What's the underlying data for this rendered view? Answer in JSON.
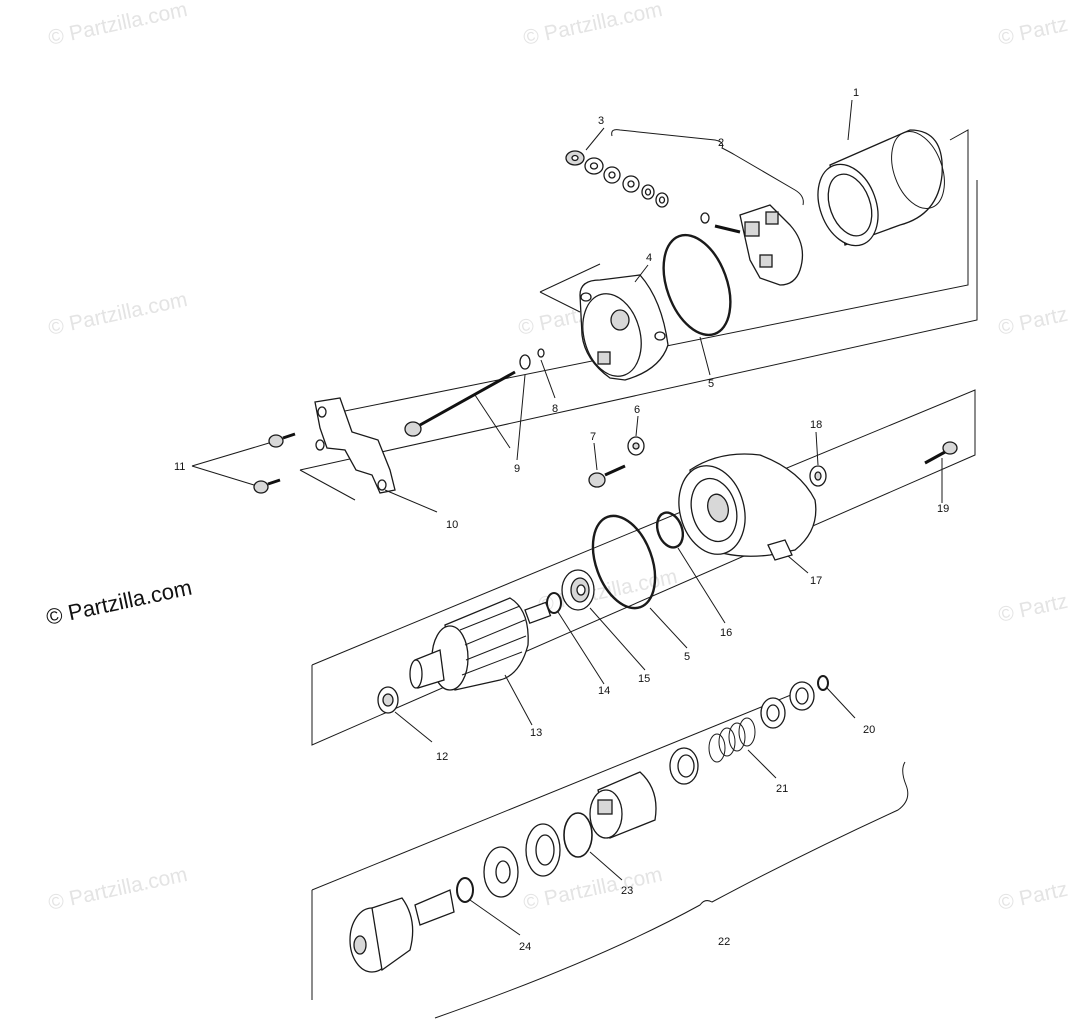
{
  "watermarks": {
    "main": "© Partzilla.com",
    "faint": [
      "© Partzilla.com",
      "© Partzilla.com",
      "© Partz",
      "© Partzilla.com",
      "© Partz",
      "© Partz",
      "© Partzilla.com",
      "© Partzilla.com",
      "© Partz",
      "© Partzilla.com",
      "© Partzilla.com"
    ]
  },
  "callouts": [
    "1",
    "2",
    "3",
    "4",
    "5",
    "8",
    "9",
    "6",
    "7",
    "18",
    "11",
    "19",
    "10",
    "17",
    "16",
    "5",
    "15",
    "14",
    "13",
    "12",
    "20",
    "21",
    "23",
    "24",
    "22"
  ]
}
